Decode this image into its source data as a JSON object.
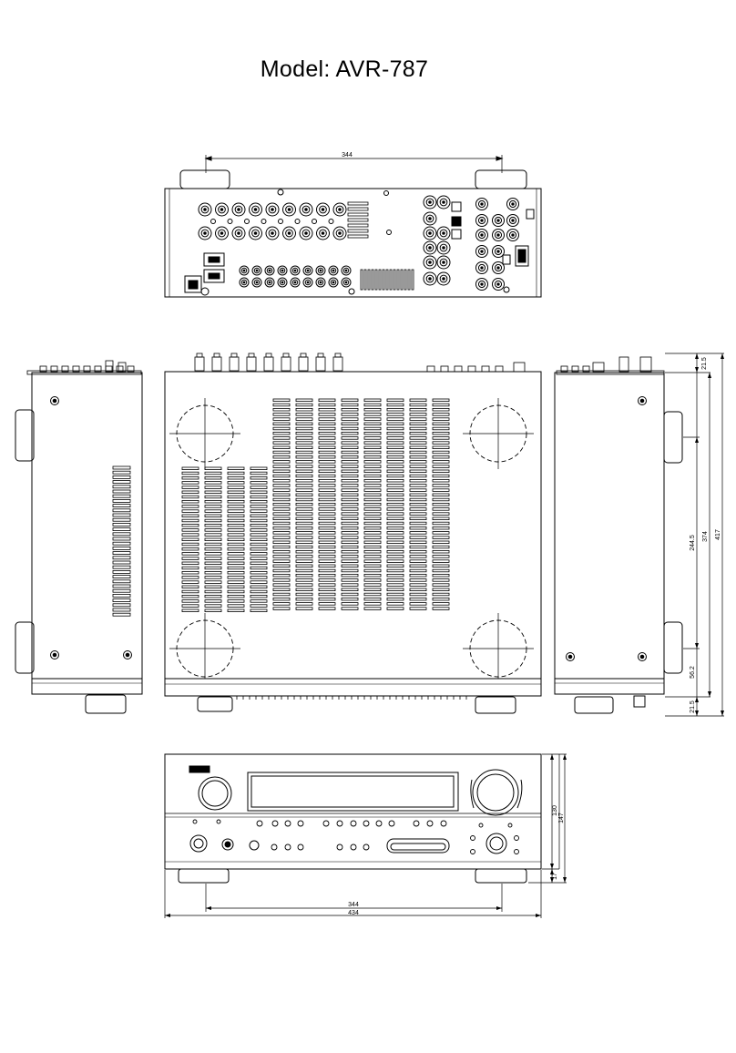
{
  "title": "Model: AVR-787",
  "dimensions": {
    "top_width": "344",
    "side_total_height": "417",
    "side_height": "374",
    "side_top_offset": "21.5",
    "side_bottom_offset": "21.5",
    "foot_spacing": "244.5",
    "foot_to_bottom": "56.2",
    "front_height": "147",
    "front_height_no_feet": "130",
    "foot_height": "17",
    "foot_width": "344",
    "overall_width": "434"
  }
}
